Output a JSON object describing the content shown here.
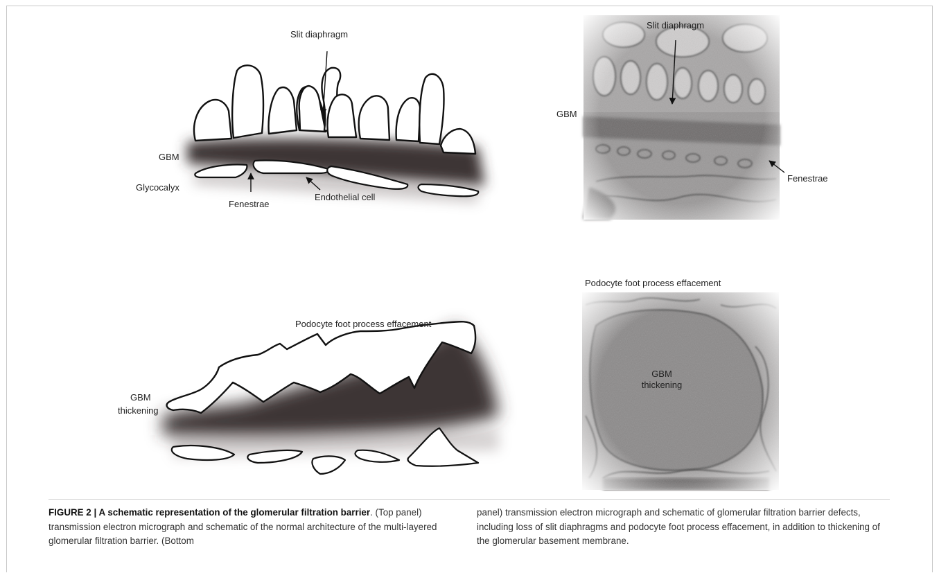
{
  "top_schematic": {
    "slit_diaphragm": "Slit diaphragm",
    "gbm": "GBM",
    "glycocalyx": "Glycocalyx",
    "fenestrae": "Fenestrae",
    "endothelial_cell": "Endothelial cell"
  },
  "top_micrograph": {
    "slit_diaphragm": "Slit diaphragm",
    "gbm": "GBM",
    "fenestrae": "Fenestrae"
  },
  "bottom_schematic": {
    "effacement": "Podocyte foot process effacement",
    "gbm_line1": "GBM",
    "gbm_line2": "thickening"
  },
  "bottom_micrograph": {
    "effacement": "Podocyte foot process effacement",
    "gbm_line1": "GBM",
    "gbm_line2": "thickening"
  },
  "caption": {
    "title": "FIGURE 2 | A schematic representation of the glomerular filtration barrier",
    "left_text": ". (Top panel) transmission electron micrograph and schematic of the normal architecture of the multi-layered glomerular filtration barrier. (Bottom",
    "right_text": "panel) transmission electron micrograph and schematic of glomerular filtration barrier defects, including loss of slit diaphragms and podocyte foot process effacement, in addition to thickening of the glomerular basement membrane."
  }
}
